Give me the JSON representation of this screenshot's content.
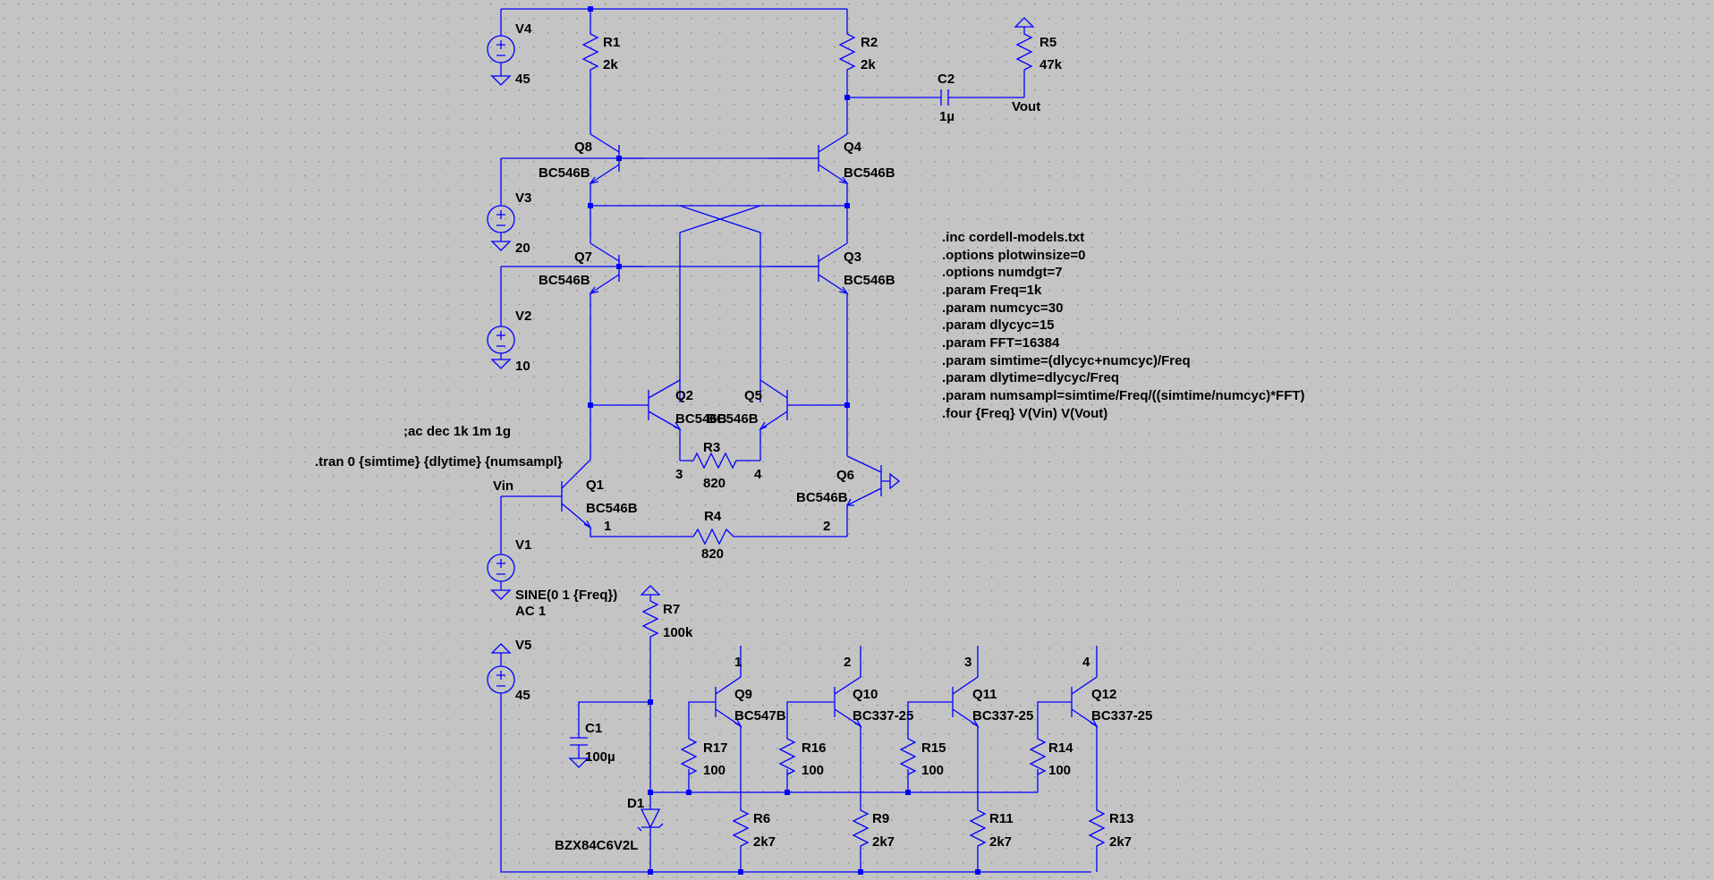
{
  "components": {
    "V4": {
      "name": "V4",
      "value": "45"
    },
    "V3": {
      "name": "V3",
      "value": "20"
    },
    "V2": {
      "name": "V2",
      "value": "10"
    },
    "V1": {
      "name": "V1",
      "value": "SINE(0 1 {Freq})",
      "value2": "AC 1"
    },
    "V5": {
      "name": "V5",
      "value": "45"
    },
    "R1": {
      "name": "R1",
      "value": "2k"
    },
    "R2": {
      "name": "R2",
      "value": "2k"
    },
    "R3": {
      "name": "R3",
      "value": "820"
    },
    "R4": {
      "name": "R4",
      "value": "820"
    },
    "R5": {
      "name": "R5",
      "value": "47k"
    },
    "R6": {
      "name": "R6",
      "value": "2k7"
    },
    "R7": {
      "name": "R7",
      "value": "100k"
    },
    "R9": {
      "name": "R9",
      "value": "2k7"
    },
    "R11": {
      "name": "R11",
      "value": "2k7"
    },
    "R13": {
      "name": "R13",
      "value": "2k7"
    },
    "R14": {
      "name": "R14",
      "value": "100"
    },
    "R15": {
      "name": "R15",
      "value": "100"
    },
    "R16": {
      "name": "R16",
      "value": "100"
    },
    "R17": {
      "name": "R17",
      "value": "100"
    },
    "C1": {
      "name": "C1",
      "value": "100µ"
    },
    "C2": {
      "name": "C2",
      "value": "1µ"
    },
    "D1": {
      "name": "D1",
      "value": "BZX84C6V2L"
    },
    "Q1": {
      "name": "Q1",
      "value": "BC546B"
    },
    "Q2": {
      "name": "Q2",
      "value": "BC546B"
    },
    "Q3": {
      "name": "Q3",
      "value": "BC546B"
    },
    "Q4": {
      "name": "Q4",
      "value": "BC546B"
    },
    "Q5": {
      "name": "Q5",
      "value": "BC546B"
    },
    "Q6": {
      "name": "Q6",
      "value": "BC546B"
    },
    "Q7": {
      "name": "Q7",
      "value": "BC546B"
    },
    "Q8": {
      "name": "Q8",
      "value": "BC546B"
    },
    "Q9": {
      "name": "Q9",
      "value": "BC547B"
    },
    "Q10": {
      "name": "Q10",
      "value": "BC337-25"
    },
    "Q11": {
      "name": "Q11",
      "value": "BC337-25"
    },
    "Q12": {
      "name": "Q12",
      "value": "BC337-25"
    }
  },
  "nets": {
    "vin": "Vin",
    "vout": "Vout",
    "n1": "1",
    "n2": "2",
    "n3": "3",
    "n4": "4"
  },
  "directives": {
    "ac": ";ac dec 1k 1m 1g",
    "tran": ".tran 0 {simtime} {dlytime} {numsampl}",
    "spice": [
      ".inc cordell-models.txt",
      ".options plotwinsize=0",
      ".options numdgt=7",
      ".param Freq=1k",
      ".param numcyc=30",
      ".param dlycyc=15",
      ".param FFT=16384",
      ".param simtime=(dlycyc+numcyc)/Freq",
      ".param dlytime=dlycyc/Freq",
      ".param numsampl=simtime/Freq/((simtime/numcyc)*FFT)",
      ".four {Freq} V(Vin) V(Vout)"
    ]
  }
}
